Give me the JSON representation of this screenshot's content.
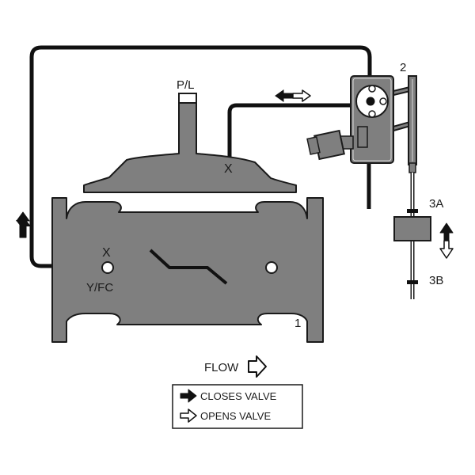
{
  "labels": {
    "pilot_port": "P/L",
    "cover_port": "X",
    "inlet_port": "X",
    "inlet_port_sub": "Y/FC",
    "component_1": "1",
    "component_2": "2",
    "component_3a": "3A",
    "component_3b": "3B",
    "flow": "FLOW"
  },
  "legend": {
    "closes": "CLOSES VALVE",
    "opens": "OPENS VALVE"
  },
  "colors": {
    "valve_body": "#7f7f7f",
    "outline": "#1a1a1a",
    "tubing": "#111111",
    "background": "#ffffff"
  },
  "icons": {
    "closes_arrow": "filled-arrow-right-icon",
    "opens_arrow": "hollow-arrow-right-icon",
    "flow_arrow": "hollow-arrow-right-icon",
    "bidirectional_arrow": "double-arrow-horizontal-icon",
    "vertical_double_arrow": "double-arrow-vertical-icon",
    "up_arrow": "filled-arrow-up-icon"
  }
}
